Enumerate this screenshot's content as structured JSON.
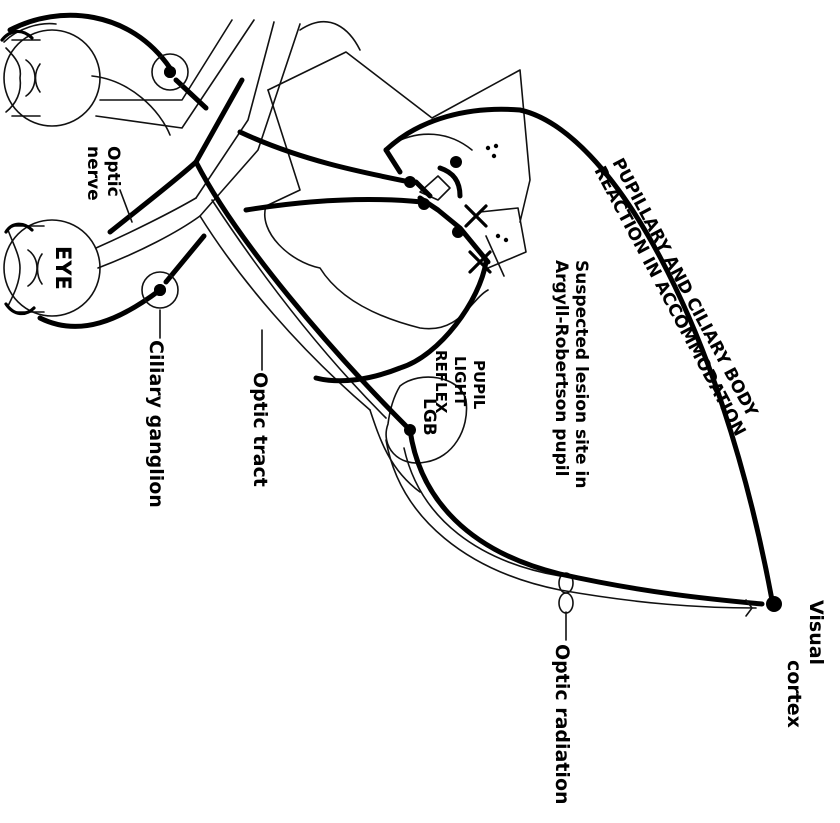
{
  "labels": {
    "eye": "EYE",
    "optic_nerve_line1": "Optic",
    "optic_nerve_line2": "nerve",
    "ciliary_ganglion": "Ciliary ganglion",
    "optic_tract": "Optic tract",
    "lgb": "LGB",
    "pupil_light_reflex_line1": "PUPIL",
    "pupil_light_reflex_line2": "LIGHT",
    "pupil_light_reflex_line3": "REFLEX",
    "suspected_line1": "Suspected lesion site in",
    "suspected_line2": "Argyll-Robertson pupil",
    "accommodation_line1": "PUPILLARY AND CILIARY BODY",
    "accommodation_line2": "REACTION IN ACCOMMODATION",
    "visual_cortex_line1": "Visual",
    "visual_cortex_line2": "cortex",
    "optic_radiation": "Optic radiation"
  }
}
